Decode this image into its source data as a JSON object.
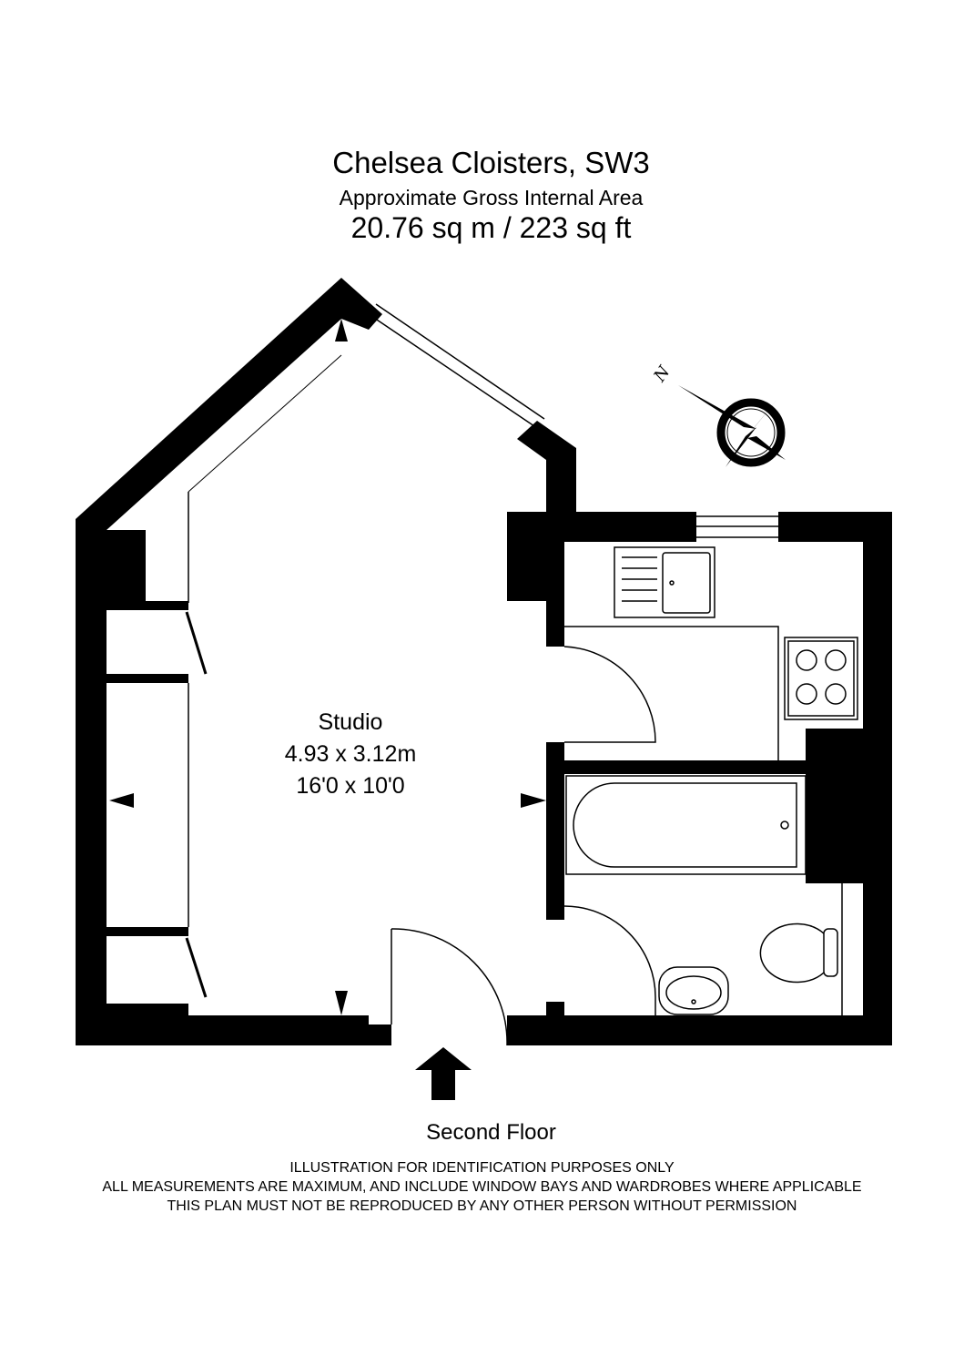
{
  "header": {
    "title": "Chelsea Cloisters, SW3",
    "subtitle": "Approximate Gross Internal Area",
    "area": "20.76 sq m  /  223 sq ft"
  },
  "rooms": [
    {
      "name": "Studio",
      "metric": "4.93 x 3.12m",
      "imperial": "16'0 x 10'0"
    }
  ],
  "compass": {
    "label": "N"
  },
  "floor_label": "Second Floor",
  "disclaimer": [
    "ILLUSTRATION FOR IDENTIFICATION PURPOSES ONLY",
    "ALL MEASUREMENTS ARE MAXIMUM, AND INCLUDE WINDOW BAYS AND WARDROBES WHERE APPLICABLE",
    "THIS PLAN MUST NOT BE REPRODUCED BY ANY OTHER PERSON WITHOUT PERMISSION"
  ]
}
